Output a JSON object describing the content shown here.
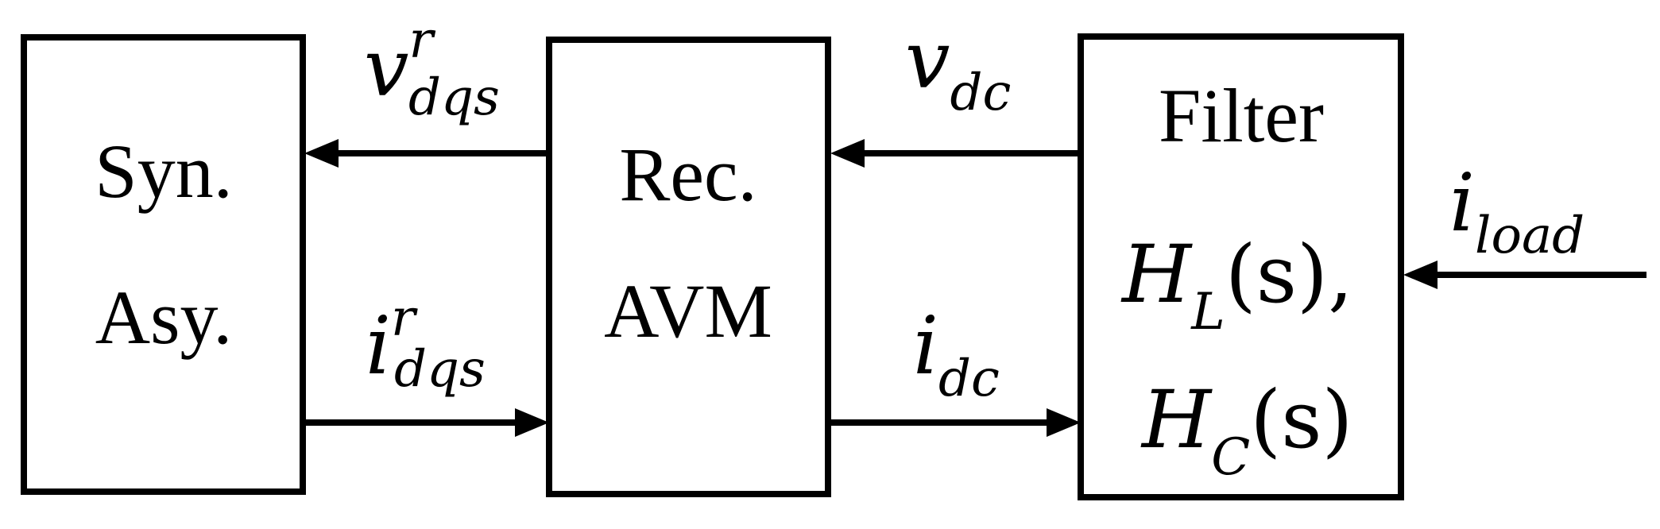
{
  "blocks": {
    "syn": {
      "line1": "Syn.",
      "line2": "Asy."
    },
    "rec": {
      "line1": "Rec.",
      "line2": "AVM"
    },
    "filter": {
      "title": "Filter",
      "hl_symbol": "H",
      "hl_sub": "L",
      "hl_arg": "(s),",
      "hc_symbol": "H",
      "hc_sub": "C",
      "hc_arg": "(s)"
    }
  },
  "signals": {
    "v_dqs": {
      "symbol": "v",
      "sub": "dqs",
      "sup": "r"
    },
    "i_dqs": {
      "symbol": "i",
      "sub": "dqs",
      "sup": "r"
    },
    "v_dc": {
      "symbol": "v",
      "sub": "dc"
    },
    "i_dc": {
      "symbol": "i",
      "sub": "dc"
    },
    "i_load": {
      "symbol": "i",
      "sub": "load"
    }
  }
}
